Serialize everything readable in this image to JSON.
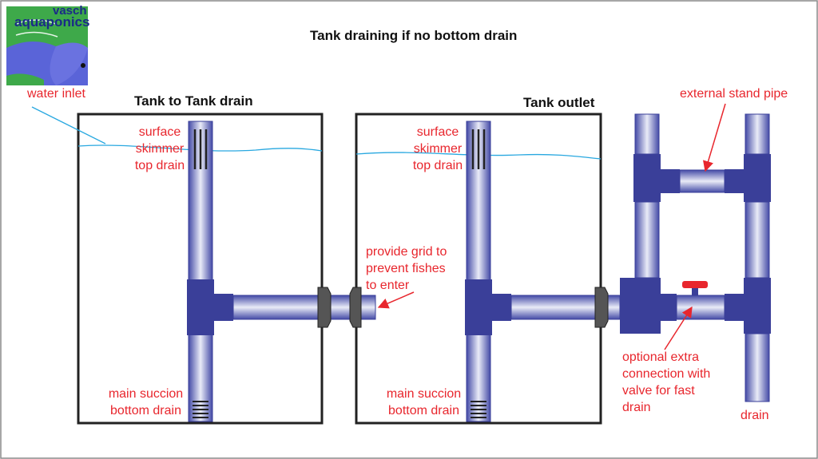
{
  "title": "Tank draining if no bottom drain",
  "logo": {
    "line1": "vasch",
    "line2": "aquaponics"
  },
  "colors": {
    "pipe": "#3a3f99",
    "label": "#e8262d",
    "water": "#29a8e0",
    "valve": "#e8262d"
  },
  "tank_left": {
    "heading": "Tank to Tank drain",
    "top_label": "surface\nskimmer\ntop drain",
    "bottom_label": "main succion\nbottom drain"
  },
  "tank_right": {
    "heading": "Tank outlet",
    "top_label": "surface\nskimmer\ntop drain",
    "bottom_label": "main succion\nbottom drain"
  },
  "labels": {
    "water_inlet": "water inlet",
    "grid": "provide grid to\nprevent fishes\nto enter",
    "stand_pipe": "external stand pipe",
    "valve": "optional extra\nconnection with\nvalve for fast\ndrain",
    "drain": "drain"
  }
}
